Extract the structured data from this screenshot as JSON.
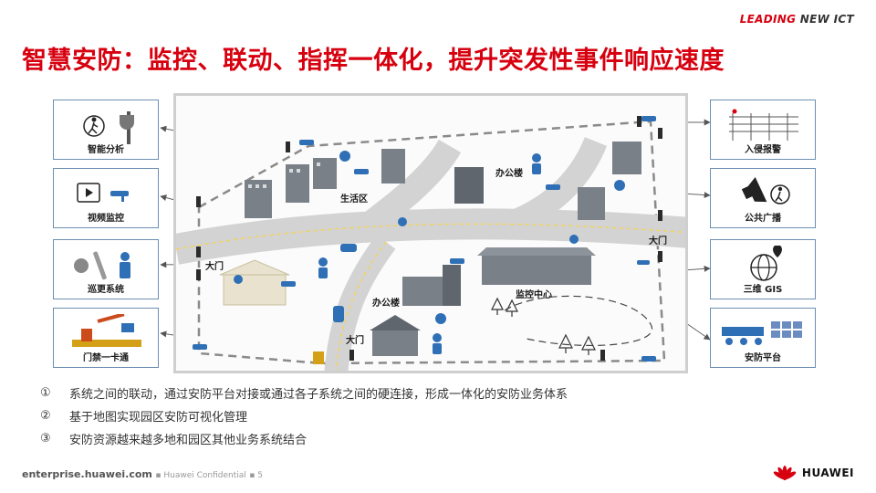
{
  "header": {
    "brand_main": "LEADING",
    "brand_accent": "NEW ICT",
    "title": "智慧安防：监控、联动、指挥一体化，提升突发性事件响应速度"
  },
  "left_boxes": [
    {
      "label": "智能分析",
      "icon": "person-walk-icon, dome-camera-icon"
    },
    {
      "label": "视频监控",
      "icon": "video-clip-icon, bullet-camera-icon"
    },
    {
      "label": "巡更系统",
      "icon": "patrol-baton-icon, guard-icon"
    },
    {
      "label": "门禁一卡通",
      "icon": "access-gate-icon"
    }
  ],
  "right_boxes": [
    {
      "label": "入侵报警",
      "icon": "perimeter-fence-icon"
    },
    {
      "label": "公共广播",
      "icon": "speaker-icon, person-walk-icon"
    },
    {
      "label": "三维 GIS",
      "icon": "globe-icon, map-pin-icon"
    },
    {
      "label": "安防平台",
      "icon": "video-wall-icon"
    }
  ],
  "map": {
    "labels": {
      "living": "生活区",
      "office_top": "办公楼",
      "office_mid": "办公楼",
      "monitor": "监控中心",
      "gate_left": "大门",
      "gate_right": "大门",
      "gate_bottom": "大门"
    }
  },
  "notes": [
    {
      "num": "①",
      "text": "系统之间的联动，通过安防平台对接或通过各子系统之间的硬连接，形成一体化的安防业务体系"
    },
    {
      "num": "②",
      "text": "基于地图实现园区安防可视化管理"
    },
    {
      "num": "③",
      "text": "安防资源越来越多地和园区其他业务系统结合"
    }
  ],
  "footer": {
    "site": "enterprise.huawei.com",
    "confidential": "Huawei Confidential",
    "page": "5",
    "logo_text": "HUAWEI"
  },
  "colors": {
    "title_red": "#d7000f",
    "camera_blue": "#2f6fb5",
    "road_gray": "#d3d3d3",
    "building_gray": "#7a8088"
  }
}
